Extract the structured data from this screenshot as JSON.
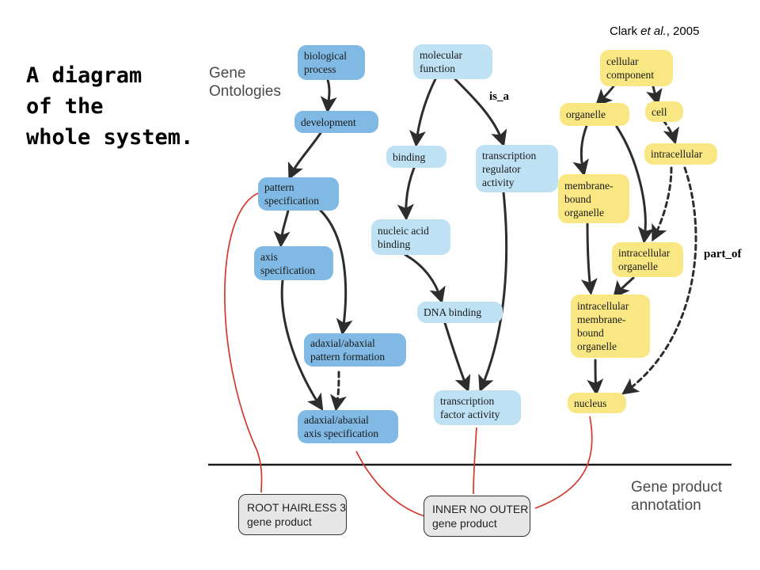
{
  "title_lines": [
    "A diagram",
    "of the",
    "whole system."
  ],
  "citation": {
    "author": "Clark ",
    "etal": "et al.",
    "year": ", 2005"
  },
  "edge_labels": {
    "is_a": "is_a",
    "part_of": "part_of"
  },
  "sections": {
    "ontologies": [
      "Gene",
      "Ontologies"
    ],
    "annotation": [
      "Gene product",
      "annotation"
    ]
  },
  "nodes": {
    "biological_process": [
      "biological",
      "process"
    ],
    "development": [
      "development"
    ],
    "pattern_specification": [
      "pattern",
      "specification"
    ],
    "axis_specification": [
      "axis",
      "specification"
    ],
    "adaxial_pattern_formation": [
      "adaxial/abaxial",
      "pattern formation"
    ],
    "adaxial_axis_specification": [
      "adaxial/abaxial",
      "axis specification"
    ],
    "molecular_function": [
      "molecular",
      "function"
    ],
    "binding": [
      "binding"
    ],
    "nucleic_acid_binding": [
      "nucleic acid",
      "binding"
    ],
    "dna_binding": [
      "DNA binding"
    ],
    "transcription_regulator_activity": [
      "transcription",
      "regulator",
      "activity"
    ],
    "transcription_factor_activity": [
      "transcription",
      "factor activity"
    ],
    "cellular_component": [
      "cellular",
      "component"
    ],
    "organelle": [
      "organelle"
    ],
    "cell": [
      "cell"
    ],
    "intracellular": [
      "intracellular"
    ],
    "membrane_bound_organelle": [
      "membrane-",
      "bound",
      "organelle"
    ],
    "intracellular_organelle": [
      "intracellular",
      "organelle"
    ],
    "intracellular_membrane_bound_organelle": [
      "intracellular",
      "membrane-",
      "bound",
      "organelle"
    ],
    "nucleus": [
      "nucleus"
    ]
  },
  "gene_products": {
    "root_hairless": [
      "ROOT HAIRLESS 3",
      "gene product"
    ],
    "inner_no_outer": [
      "INNER NO OUTER",
      "gene product"
    ]
  },
  "colors": {
    "biological_process": "#7fb9e4",
    "molecular_function": "#bfe1f4",
    "cellular_component": "#f8e782",
    "annotation_link": "#d2382c",
    "gene_product_fill": "#e7e7e7"
  }
}
